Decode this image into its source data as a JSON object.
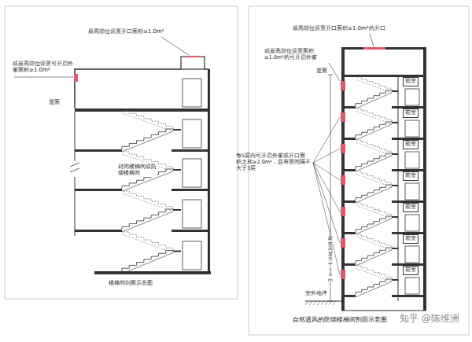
{
  "diagram": {
    "nodes": [
      {
        "text": [
          "前室"
        ]
      },
      {
        "text": [
          "前室"
        ]
      },
      {
        "text": [
          "前室"
        ]
      },
      {
        "text": [
          "前室"
        ]
      },
      {
        "text": [
          "前室"
        ]
      },
      {
        "text": [
          "前室"
        ]
      },
      {
        "text": [
          "前室"
        ]
      }
    ],
    "labels": [
      "最高部位设置开口面积≥1.0m²",
      "或最高部位设置可开启外窗面积≥1.0m²",
      "屋面",
      "封闭楼梯间或防烟楼梯间",
      "楼梯间剖面示意图",
      "最高部位设置开口面积≥1.0m²的开口",
      "或最高部位设置面积≥1.0m²的可开启外窗",
      "屋面",
      "每5层内可开启外窗或开口面积之和≥2.0m²，且布置间隔不大于3层",
      "建筑高度大于10m",
      "室外地坪",
      "自然通风的防烟楼梯间剖面示意图",
      "知乎 @陈维洲"
    ]
  }
}
